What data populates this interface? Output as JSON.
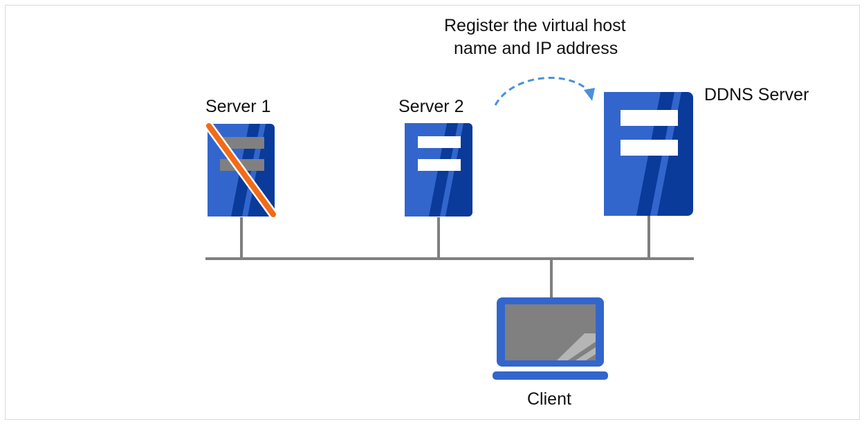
{
  "diagram": {
    "annotation": {
      "line1": "Register the virtual host",
      "line2": "name and IP address"
    },
    "nodes": {
      "server1": {
        "label": "Server 1",
        "status": "failed"
      },
      "server2": {
        "label": "Server 2"
      },
      "ddns": {
        "label": "DDNS Server"
      },
      "client": {
        "label": "Client"
      }
    },
    "colors": {
      "server_dark": "#0a3a9a",
      "server_light": "#3366cc",
      "failure_slash": "#f26b16",
      "network_line": "#7f7f7f",
      "screen": "#808080",
      "arrow": "#4a90d9"
    }
  }
}
